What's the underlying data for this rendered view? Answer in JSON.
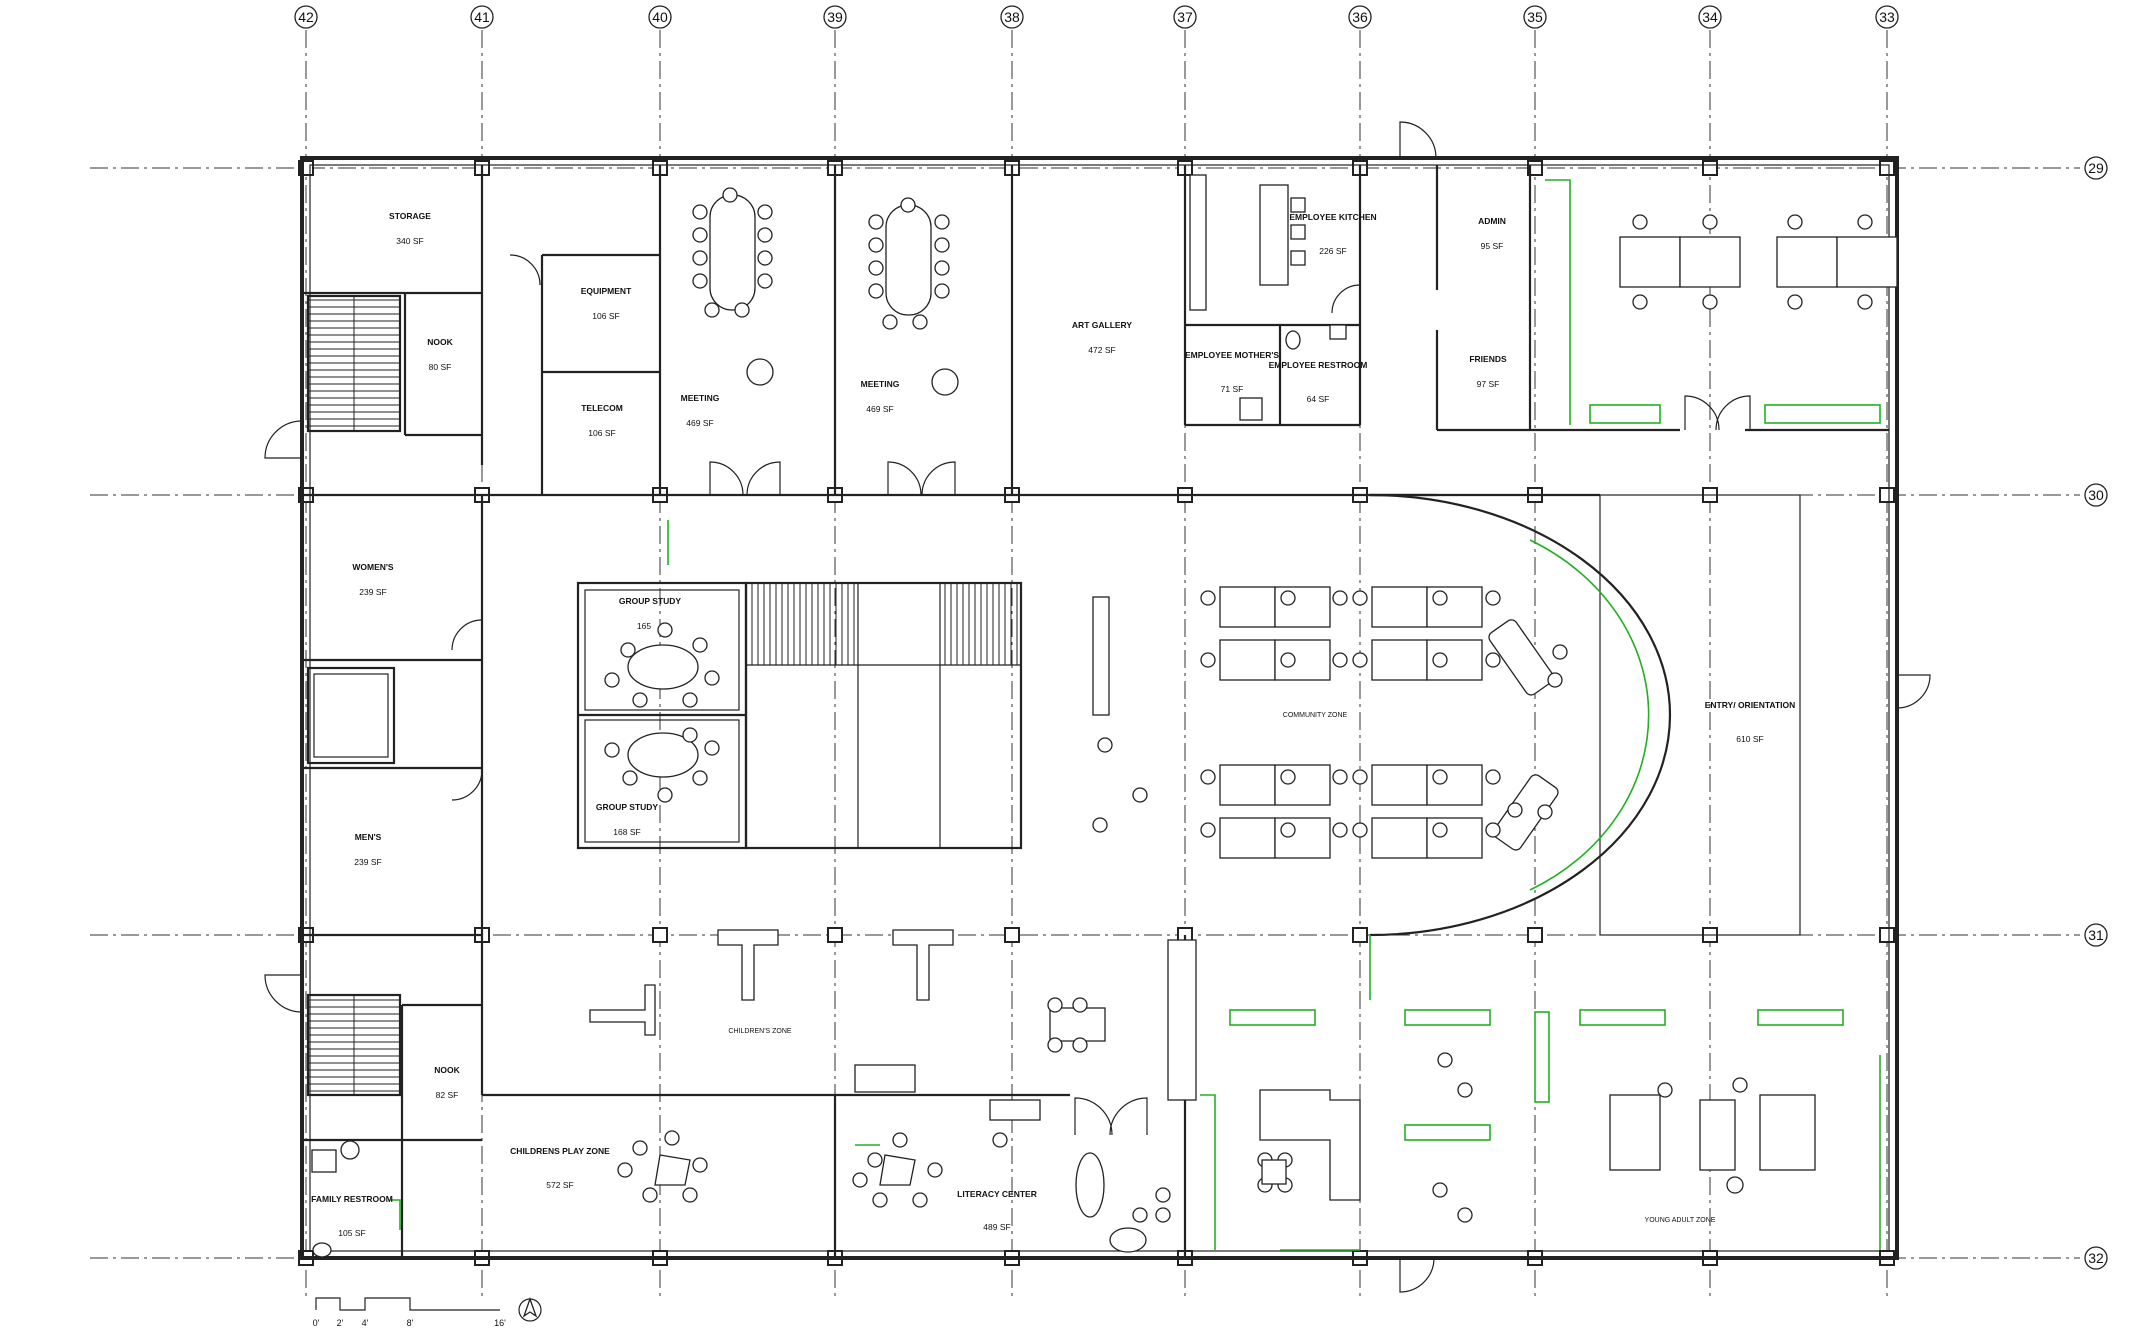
{
  "grid": {
    "columns": [
      "42",
      "41",
      "40",
      "39",
      "38",
      "37",
      "36",
      "35",
      "34",
      "33"
    ],
    "rows": [
      "29",
      "30",
      "31",
      "32"
    ]
  },
  "rooms": [
    {
      "id": "storage",
      "name": "STORAGE",
      "area": "340 SF"
    },
    {
      "id": "nook-upper",
      "name": "NOOK",
      "area": "80 SF"
    },
    {
      "id": "equipment",
      "name": "EQUIPMENT",
      "area": "106 SF"
    },
    {
      "id": "telecom",
      "name": "TELECOM",
      "area": "106 SF"
    },
    {
      "id": "meeting-1",
      "name": "MEETING",
      "area": "469 SF"
    },
    {
      "id": "meeting-2",
      "name": "MEETING",
      "area": "469 SF"
    },
    {
      "id": "art-gallery",
      "name": "ART GALLERY",
      "area": "472 SF"
    },
    {
      "id": "employee-kitchen",
      "name": "EMPLOYEE KITCHEN",
      "area": "226 SF"
    },
    {
      "id": "employee-mothers",
      "name": "EMPLOYEE MOTHER'S",
      "area": "71 SF"
    },
    {
      "id": "employee-restroom",
      "name": "EMPLOYEE RESTROOM",
      "area": "64 SF"
    },
    {
      "id": "admin",
      "name": "ADMIN",
      "area": "95 SF"
    },
    {
      "id": "friends",
      "name": "FRIENDS",
      "area": "97 SF"
    },
    {
      "id": "womens",
      "name": "WOMEN'S",
      "area": "239 SF"
    },
    {
      "id": "mens",
      "name": "MEN'S",
      "area": "239 SF"
    },
    {
      "id": "group-study-1",
      "name": "GROUP STUDY",
      "area": "165"
    },
    {
      "id": "group-study-2",
      "name": "GROUP STUDY",
      "area": "168 SF"
    },
    {
      "id": "entry",
      "name": "ENTRY/ ORIENTATION",
      "area": "610 SF"
    },
    {
      "id": "nook-lower",
      "name": "NOOK",
      "area": "82 SF"
    },
    {
      "id": "family-restroom",
      "name": "FAMILY RESTROOM",
      "area": "105 SF"
    },
    {
      "id": "childrens-play",
      "name": "CHILDRENS PLAY ZONE",
      "area": "572 SF"
    },
    {
      "id": "literacy-center",
      "name": "LITERACY CENTER",
      "area": "489 SF"
    }
  ],
  "zones": {
    "community": "COMMUNITY ZONE",
    "childrens": "CHILDREN'S ZONE",
    "young_adult": "YOUNG ADULT ZONE"
  },
  "scale": {
    "ticks": [
      "0'",
      "2'",
      "4'",
      "8'",
      "16'"
    ]
  },
  "colors": {
    "line": "#222222",
    "accent": "#22b022"
  }
}
